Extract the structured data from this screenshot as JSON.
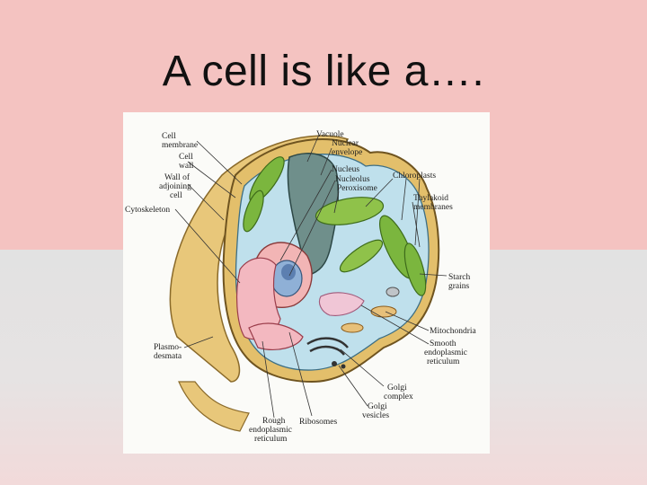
{
  "slide": {
    "title": "A cell is like a….",
    "colors": {
      "top_band": "#f4c3c1",
      "bottom_band": "#e2e2e2"
    }
  },
  "diagram": {
    "labels": {
      "cell_membrane": [
        "Cell",
        "membrane"
      ],
      "cell_wall": [
        "Cell",
        "wall"
      ],
      "wall_adjoining": [
        "Wall of",
        "adjoining",
        "cell"
      ],
      "cytoskeleton": [
        "Cytoskeleton"
      ],
      "vacuole": [
        "Vacuole"
      ],
      "nuclear_envelope": [
        "Nuclear",
        "envelope"
      ],
      "nucleus": [
        "Nucleus"
      ],
      "nucleolus": [
        "Nucleolus"
      ],
      "peroxisome": [
        "Peroxisome"
      ],
      "chloroplasts": [
        "Chloroplasts"
      ],
      "thylakoid": [
        "Thylakoid",
        "membranes"
      ],
      "starch": [
        "Starch",
        "grains"
      ],
      "mitochondria": [
        "Mitochondria"
      ],
      "smooth_er": [
        "Smooth",
        "endoplasmic",
        "reticulum"
      ],
      "golgi_complex": [
        "Golgi",
        "complex"
      ],
      "golgi_vesicles": [
        "Golgi",
        "vesicles"
      ],
      "ribosomes": [
        "Ribosomes"
      ],
      "rough_er": [
        "Rough",
        "endoplasmic",
        "reticulum"
      ],
      "plasmodesmata": [
        "Plasmo-",
        "desmata"
      ]
    }
  }
}
